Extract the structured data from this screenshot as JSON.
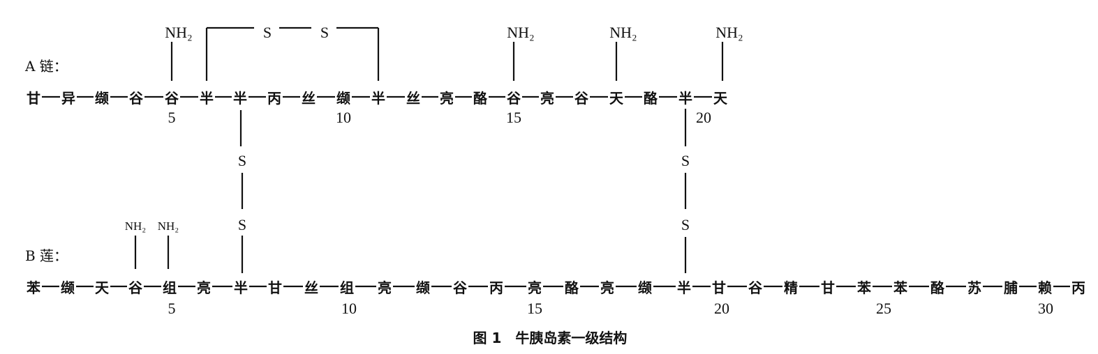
{
  "labels": {
    "chain_a": "A 链：",
    "chain_b": "B 莲："
  },
  "chain_a": [
    "甘",
    "异",
    "缬",
    "谷",
    "谷",
    "半",
    "半",
    "丙",
    "丝",
    "缬",
    "半",
    "丝",
    "亮",
    "酪",
    "谷",
    "亮",
    "谷",
    "天",
    "酪",
    "半",
    "天"
  ],
  "chain_b": [
    "苯",
    "缬",
    "天",
    "谷",
    "组",
    "亮",
    "半",
    "甘",
    "丝",
    "组",
    "亮",
    "缬",
    "谷",
    "丙",
    "亮",
    "酪",
    "亮",
    "缬",
    "半",
    "甘",
    "谷",
    "精",
    "甘",
    "苯",
    "苯",
    "酪",
    "苏",
    "脯",
    "赖",
    "丙"
  ],
  "numbers_a": [
    "5",
    "10",
    "15",
    "20"
  ],
  "numbers_b": [
    "5",
    "10",
    "15",
    "20",
    "25",
    "30"
  ],
  "amide": "NH₂",
  "sulfur": "S",
  "caption": "图 1　牛胰岛素一级结构"
}
